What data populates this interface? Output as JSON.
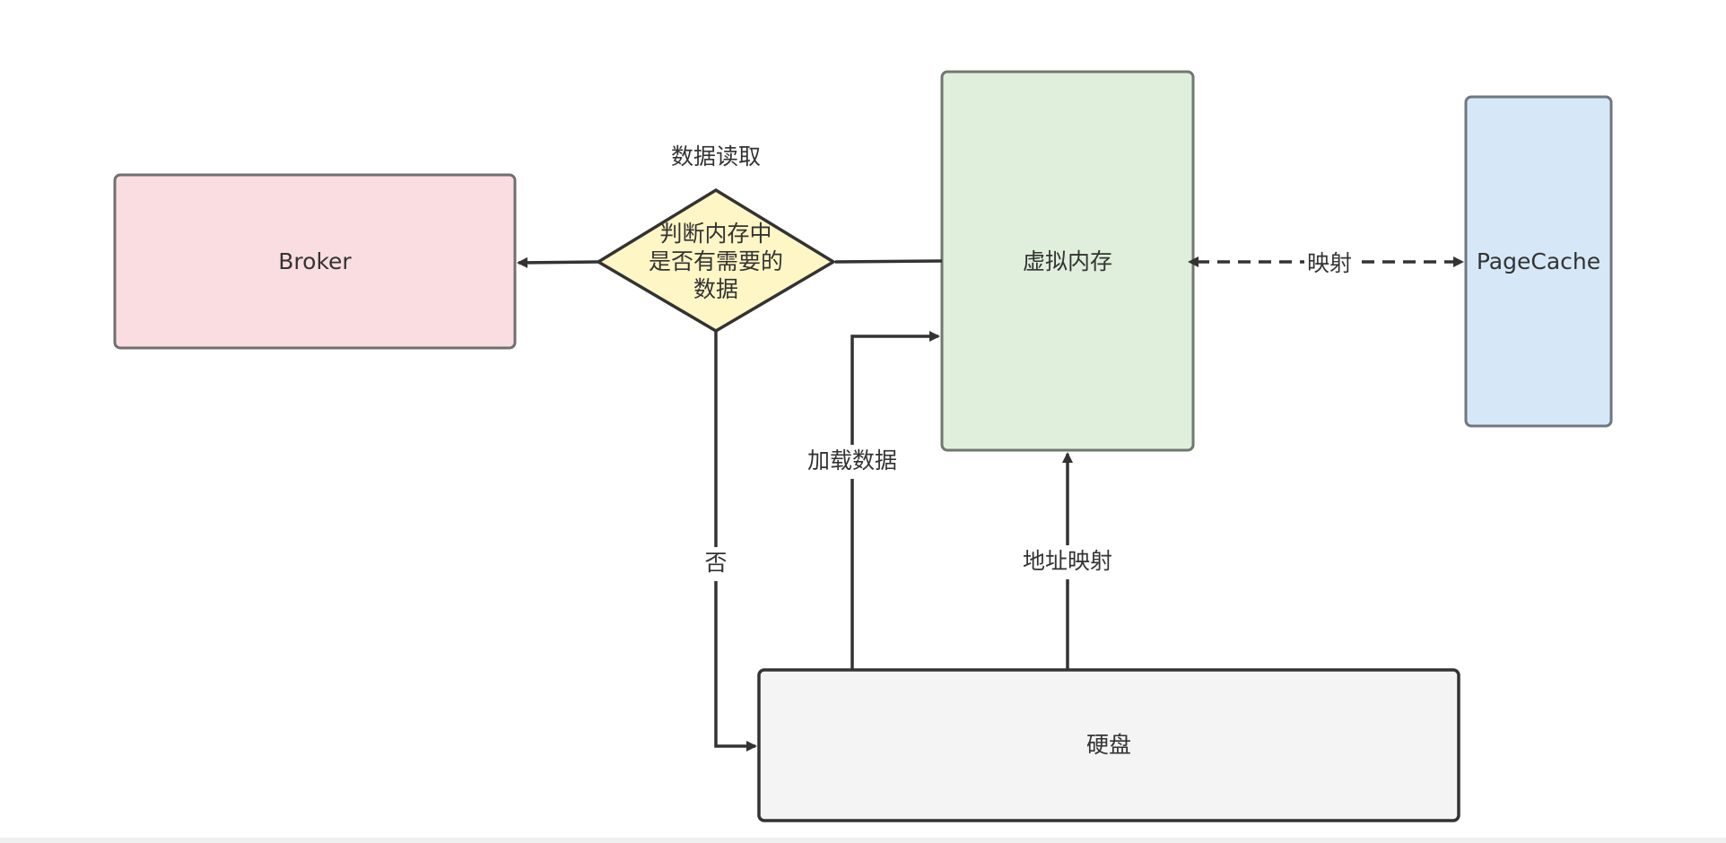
{
  "nodes": {
    "broker": "Broker",
    "decision": [
      "判断内存中",
      "是否有需要的",
      "数据"
    ],
    "virtual_memory": "虚拟内存",
    "pagecache": "PageCache",
    "disk": "硬盘"
  },
  "labels": {
    "data_read": "数据读取",
    "no": "否",
    "load_data": "加载数据",
    "address_mapping": "地址映射",
    "mapping": "映射"
  },
  "colors": {
    "broker_fill": "#fadde1",
    "decision_fill": "#fff6c6",
    "virtual_memory_fill": "#e0efdc",
    "pagecache_fill": "#d6e8f7",
    "disk_fill": "#f4f4f4",
    "edge": "#333333"
  }
}
